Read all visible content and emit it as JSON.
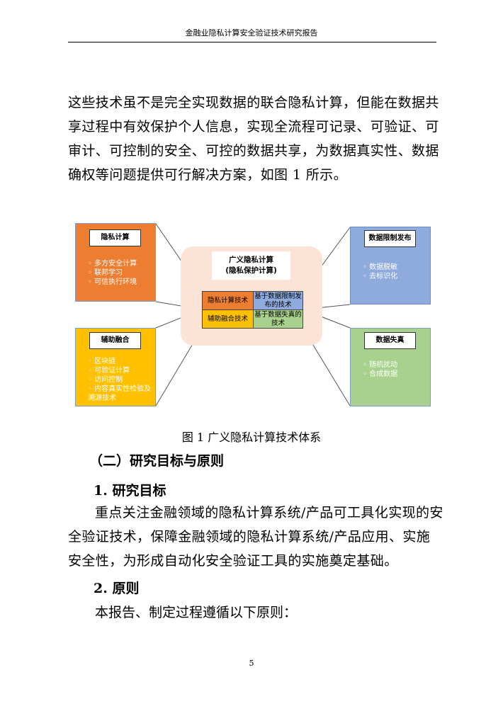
{
  "header": {
    "title": "金融业隐私计算安全验证技术研究报告"
  },
  "intro": "这些技术虽不是完全实现数据的联合隐私计算，但能在数据共享过程中有效保护个人信息，实现全流程可记录、可验证、可审计、可控制的安全、可控的数据共享，为数据真实性、数据确权等问题提供可行解决方案，如图 1 所示。",
  "figure": {
    "center_title": "广义隐私计算",
    "center_subtitle": "(隐私保护计算)",
    "cells": [
      "隐私计算技术",
      "基于数据限制发布的技术",
      "辅助融合技术",
      "基于数据失真的技术"
    ],
    "boxes": [
      {
        "title": "隐私计算",
        "items": [
          "多方安全计算",
          "联邦学习",
          "可信执行环境"
        ],
        "color": "#ed7d31"
      },
      {
        "title": "数据限制发布",
        "items": [
          "数据脱敏",
          "去标识化"
        ],
        "color": "#8faadc"
      },
      {
        "title": "辅助融合",
        "items": [
          "区块链",
          "可验证计算",
          "访问控制",
          "内容真实性检验及溯源技术"
        ],
        "color": "#ffc000"
      },
      {
        "title": "数据失真",
        "items": [
          "随机扰动",
          "合成数据"
        ],
        "color": "#a9d18e"
      }
    ],
    "caption": "图 1  广义隐私计算技术体系"
  },
  "section_heading": "（二）研究目标与原则",
  "sub1": "1. 研究目标",
  "para1": "重点关注金融领域的隐私计算系统/产品可工具化实现的安全验证技术，保障金融领域的隐私计算系统/产品应用、实施安全性，为形成自动化安全验证工具的实施奠定基础。",
  "sub2": "2. 原则",
  "para2": "本报告、制定过程遵循以下原则：",
  "page_number": "5"
}
